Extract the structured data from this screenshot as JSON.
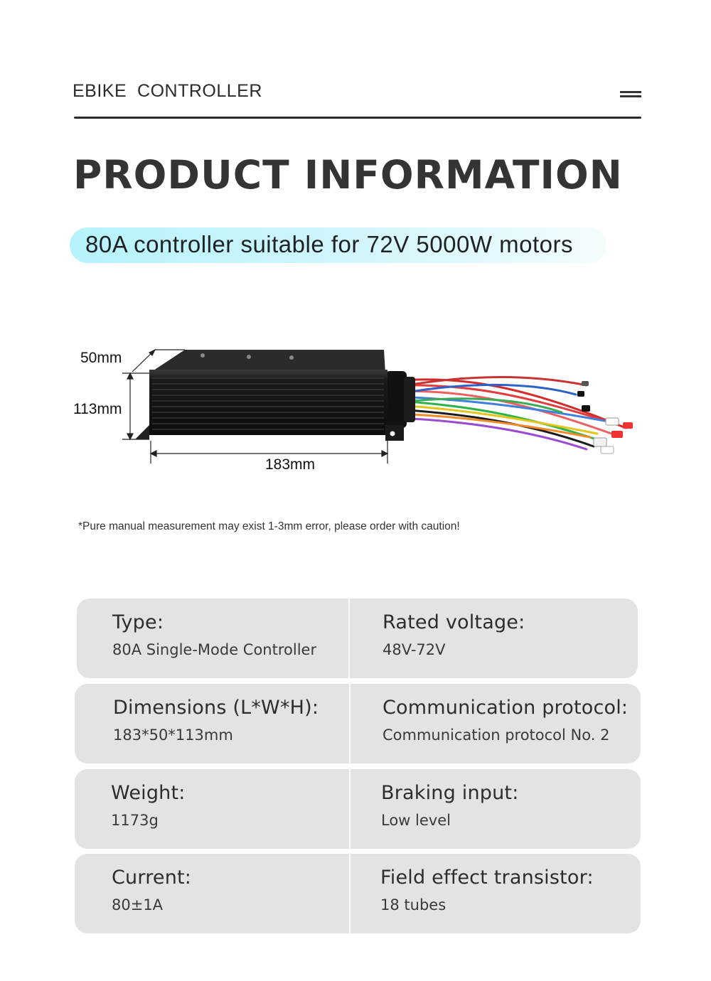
{
  "header": {
    "title": "EBIKE  CONTROLLER",
    "menu_icon": "hamburger-menu-icon"
  },
  "page": {
    "title": "PRODUCT INFORMATION",
    "subtitle": "80A controller suitable for 72V 5000W motors",
    "accent_color": "#b6f2fb"
  },
  "product": {
    "dimension_width": "50mm",
    "dimension_height": "113mm",
    "dimension_length": "183mm",
    "note": "*Pure manual measurement may exist 1-3mm error, please order with caution!"
  },
  "specs": [
    {
      "left_label": "Type:",
      "left_value": "80A Single-Mode Controller",
      "right_label": "Rated voltage:",
      "right_value": "48V-72V"
    },
    {
      "left_label": "Dimensions (L*W*H):",
      "left_value": "183*50*113mm",
      "right_label": "Communication protocol:",
      "right_value": "Communication protocol No. 2"
    },
    {
      "left_label": "Weight:",
      "left_value": "1173g",
      "right_label": "Braking input:",
      "right_value": "Low level"
    },
    {
      "left_label": "Current:",
      "left_value": "80±1A",
      "right_label": "Field effect transistor:",
      "right_value": "18 tubes"
    }
  ]
}
